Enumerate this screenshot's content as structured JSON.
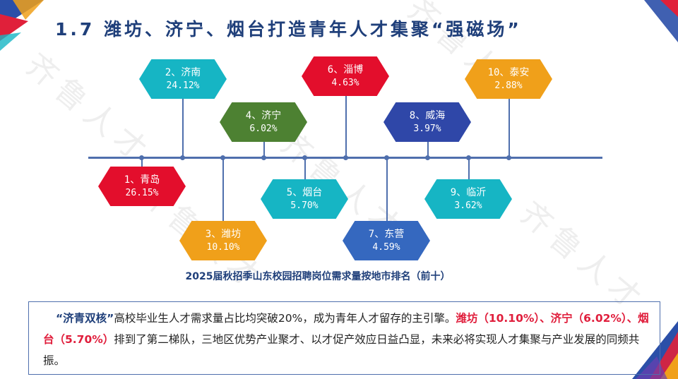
{
  "title": "1.7 潍坊、济宁、烟台打造青年人才集聚“强磁场”",
  "watermark": "齐鲁人才",
  "chart_data": {
    "type": "diagram",
    "title": "2025届秋招季山东校园招聘岗位需求量按地市排名（前十）",
    "nodes": [
      {
        "rank_city": "1、青岛",
        "value": "26.15%",
        "position": "below",
        "color": "#e30e2c"
      },
      {
        "rank_city": "2、济南",
        "value": "24.12%",
        "position": "above",
        "color": "#16b5c4"
      },
      {
        "rank_city": "3、潍坊",
        "value": "10.10%",
        "position": "below",
        "color": "#f0a01a"
      },
      {
        "rank_city": "4、济宁",
        "value": "6.02%",
        "position": "above",
        "color": "#4d8132"
      },
      {
        "rank_city": "5、烟台",
        "value": "5.70%",
        "position": "below",
        "color": "#16b5c4"
      },
      {
        "rank_city": "6、淄博",
        "value": "4.63%",
        "position": "above",
        "color": "#e30e2c"
      },
      {
        "rank_city": "7、东营",
        "value": "4.59%",
        "position": "below",
        "color": "#3568bf"
      },
      {
        "rank_city": "8、威海",
        "value": "3.97%",
        "position": "above",
        "color": "#2f47a8"
      },
      {
        "rank_city": "9、临沂",
        "value": "3.62%",
        "position": "below",
        "color": "#16b5c4"
      },
      {
        "rank_city": "10、泰安",
        "value": "2.88%",
        "position": "above",
        "color": "#f0a01a"
      }
    ]
  },
  "text": {
    "lead": "“济青双核”",
    "p1": "高校毕业生人才需求量占比均突破20%，成为青年人才留存的主引擎。",
    "h1": "潍坊（10.10%）、济宁（6.02%）、烟台（5.70%）",
    "p2": "排到了第二梯队，三地区优势产业聚才、以才促产效应日益凸显，未来必将实现人才集聚与产业发展的同频共振。"
  }
}
